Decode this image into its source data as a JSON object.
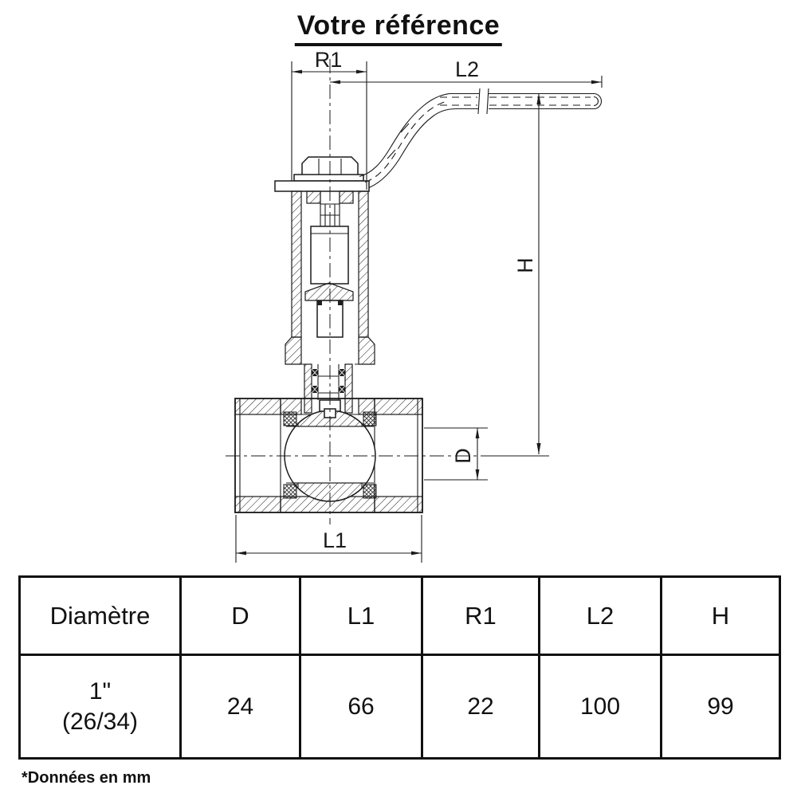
{
  "title": "Votre référence",
  "drawing": {
    "dim_labels": {
      "r1": "R1",
      "l2": "L2",
      "h": "H",
      "d": "D",
      "l1": "L1"
    }
  },
  "table": {
    "headers": [
      "Diamètre",
      "D",
      "L1",
      "R1",
      "L2",
      "H"
    ],
    "row": {
      "diameter_line1": "1\"",
      "diameter_line2": "(26/34)",
      "d": "24",
      "l1": "66",
      "r1": "22",
      "l2": "100",
      "h": "99"
    }
  },
  "footnote": "*Données en mm",
  "colors": {
    "ink": "#111111",
    "background": "#ffffff"
  }
}
